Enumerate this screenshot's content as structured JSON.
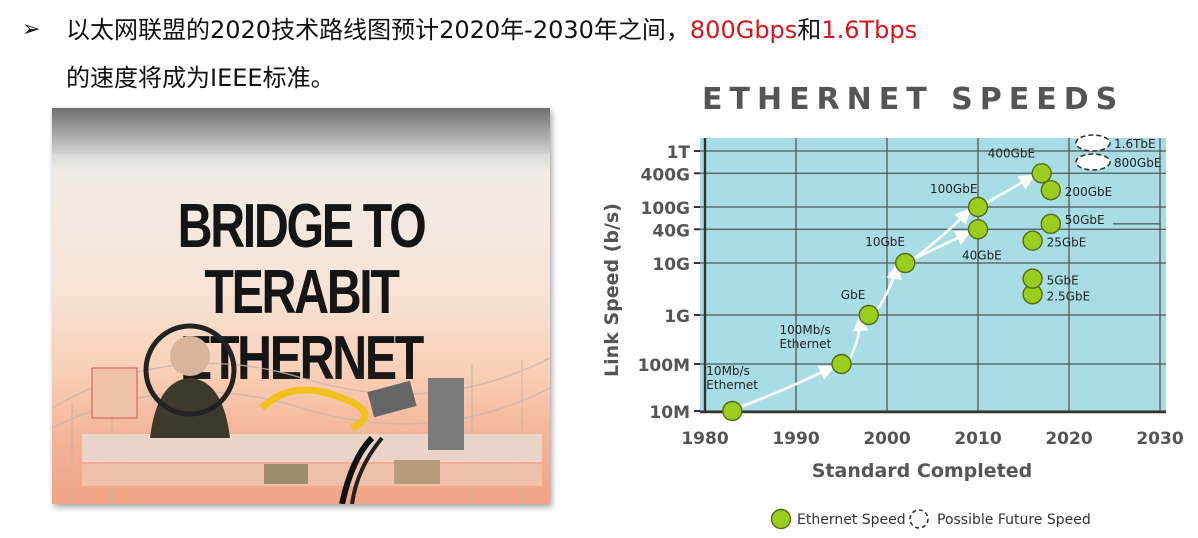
{
  "slide": {
    "bullet_symbol": "➢",
    "text_part1": "以太网联盟的2020技术路线图预计2020年-2030年之间，",
    "text_red1": "800Gbps",
    "text_part2": "和",
    "text_red2": "1.6Tbps",
    "text_line2": "的速度将成为IEEE标准。"
  },
  "poster": {
    "title_line1": "BRIDGE TO",
    "title_line2": "TERABIT ETHERNET"
  },
  "colors": {
    "accent_red": "#d9141b",
    "plot_bg": "#a9dde6",
    "marker_fill": "#9acd1e",
    "grid": "#555555"
  },
  "chart_data": {
    "type": "scatter",
    "title": "ETHERNET SPEEDS",
    "xlabel": "Standard Completed",
    "ylabel": "Link Speed (b/s)",
    "x_ticks": [
      "1980",
      "1990",
      "2000",
      "2010",
      "2020",
      "2030"
    ],
    "y_ticks": [
      "1T",
      "400G",
      "100G",
      "40G",
      "10G",
      "1G",
      "100M",
      "10M"
    ],
    "y_scale": "log",
    "xlim": [
      1980,
      2030
    ],
    "ylim": [
      "10M",
      "1T"
    ],
    "grid": true,
    "legend_position": "bottom",
    "legend": [
      {
        "symbol": "filled",
        "label": "Ethernet Speed"
      },
      {
        "symbol": "dashed",
        "label": "Possible Future Speed"
      }
    ],
    "series": [
      {
        "name": "Ethernet Speed",
        "points": [
          {
            "x": 1983,
            "y": "10M",
            "label": "10Mb/s\nEthernet"
          },
          {
            "x": 1995,
            "y": "100M",
            "label": "100Mb/s\nEthernet"
          },
          {
            "x": 1998,
            "y": "1G",
            "label": "GbE"
          },
          {
            "x": 2002,
            "y": "10G",
            "label": "10GbE"
          },
          {
            "x": 2010,
            "y": "40G",
            "label": "40GbE"
          },
          {
            "x": 2010,
            "y": "100G",
            "label": "100GbE"
          },
          {
            "x": 2016,
            "y": "2.5G",
            "label": "2.5GbE"
          },
          {
            "x": 2016,
            "y": "5G",
            "label": "5GbE"
          },
          {
            "x": 2016,
            "y": "25G",
            "label": "25GbE"
          },
          {
            "x": 2017,
            "y": "400G",
            "label": "400GbE"
          },
          {
            "x": 2018,
            "y": "200G",
            "label": "200GbE"
          },
          {
            "x": 2018,
            "y": "50G",
            "label": "50GbE"
          }
        ]
      },
      {
        "name": "Possible Future Speed",
        "points": [
          {
            "label": "1.6TbE"
          },
          {
            "label": "800GbE"
          }
        ]
      }
    ],
    "progression_arrows": [
      [
        "10Mb/s\nEthernet",
        "100Mb/s\nEthernet"
      ],
      [
        "100Mb/s\nEthernet",
        "GbE"
      ],
      [
        "GbE",
        "10GbE"
      ],
      [
        "10GbE",
        "40GbE"
      ],
      [
        "10GbE",
        "100GbE"
      ],
      [
        "100GbE",
        "400GbE"
      ]
    ]
  }
}
